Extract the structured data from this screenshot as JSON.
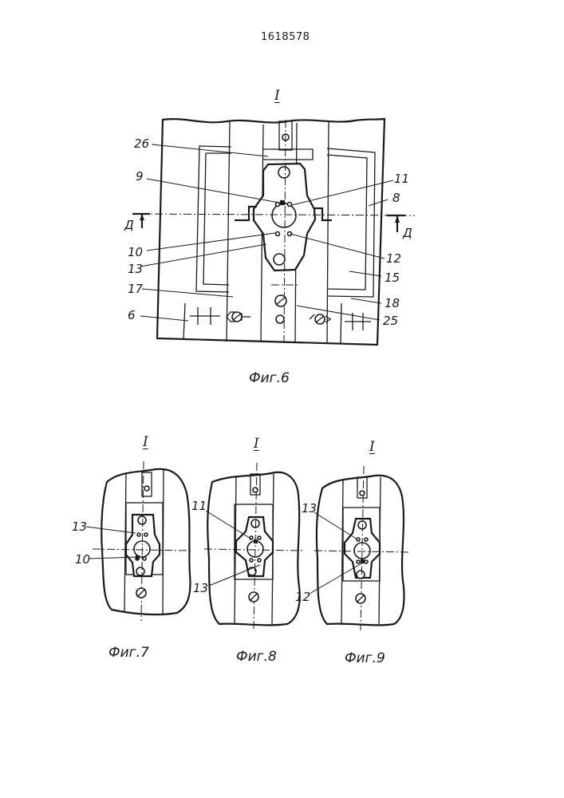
{
  "header": {
    "patent_number": "1618578"
  },
  "fig6": {
    "section_label": "I",
    "caption": "Фиг.6",
    "section_marks": [
      "Д",
      "Д"
    ],
    "labels": {
      "n26": "26",
      "n9": "9",
      "n11": "11",
      "n8": "8",
      "n10": "10",
      "n13": "13",
      "n12": "12",
      "n15": "15",
      "n17": "17",
      "n18": "18",
      "n6": "6",
      "n25": "25"
    }
  },
  "fig7": {
    "section_label": "I",
    "caption": "Фиг.7",
    "labels": {
      "n13": "13",
      "n10": "10"
    }
  },
  "fig8": {
    "section_label": "I",
    "caption": "Фиг.8",
    "labels": {
      "n11": "11",
      "n13": "13"
    }
  },
  "fig9": {
    "section_label": "I",
    "caption": "Фиг.9",
    "labels": {
      "n13": "13",
      "n12": "12"
    }
  }
}
